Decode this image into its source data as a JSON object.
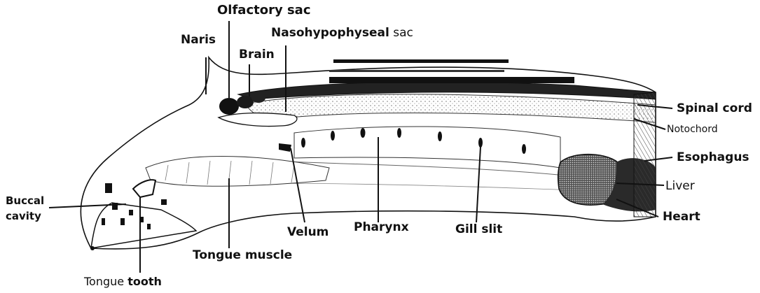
{
  "labels": {
    "olfactory_sac": "Olfactory sac",
    "naris": "Naris",
    "brain": "Brain",
    "nasohypophyseal_a": "Nasohypophyseal",
    "nasohypophyseal_b": "sac",
    "spinal_cord": "Spinal cord",
    "notochord": "Notochord",
    "esophagus": "Esophagus",
    "liver": "Liver",
    "heart": "Heart",
    "buccal_1": "Buccal",
    "buccal_2": "cavity",
    "velum": "Velum",
    "pharynx": "Pharynx",
    "gill_slit": "Gill slit",
    "tongue_muscle": "Tongue muscle",
    "tongue_tooth_a": "Tongue",
    "tongue_tooth_b": "tooth"
  },
  "colors": {
    "ink": "#111111",
    "stipple": "#9a9a9a",
    "organ_dark": "#3a3a3a"
  }
}
